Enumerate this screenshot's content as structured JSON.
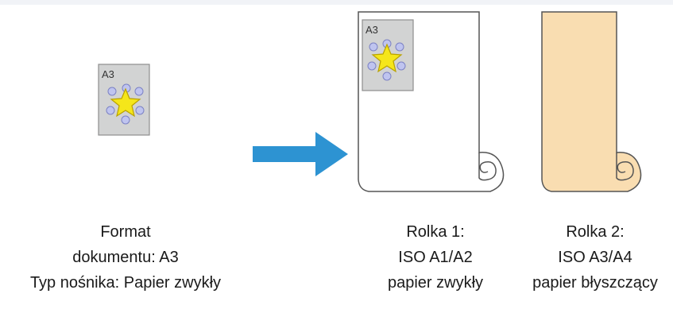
{
  "source_doc": {
    "size_label": "A3",
    "caption": [
      "Format",
      "dokumentu: A3",
      "Typ nośnika: Papier zwykły"
    ]
  },
  "roll_1": {
    "size_label": "A3",
    "caption": [
      "Rolka 1:",
      "ISO A1/A2",
      "papier zwykły"
    ],
    "paper_color": "#ffffff"
  },
  "roll_2": {
    "caption": [
      "Rolka 2:",
      "ISO A3/A4",
      "papier błyszczący"
    ],
    "paper_color": "#f9ddb1"
  },
  "colors": {
    "arrow": "#2d93d2",
    "doc_fill": "#d2d3d3",
    "star": "#f5e61a",
    "dots": "#bfc4ef"
  }
}
